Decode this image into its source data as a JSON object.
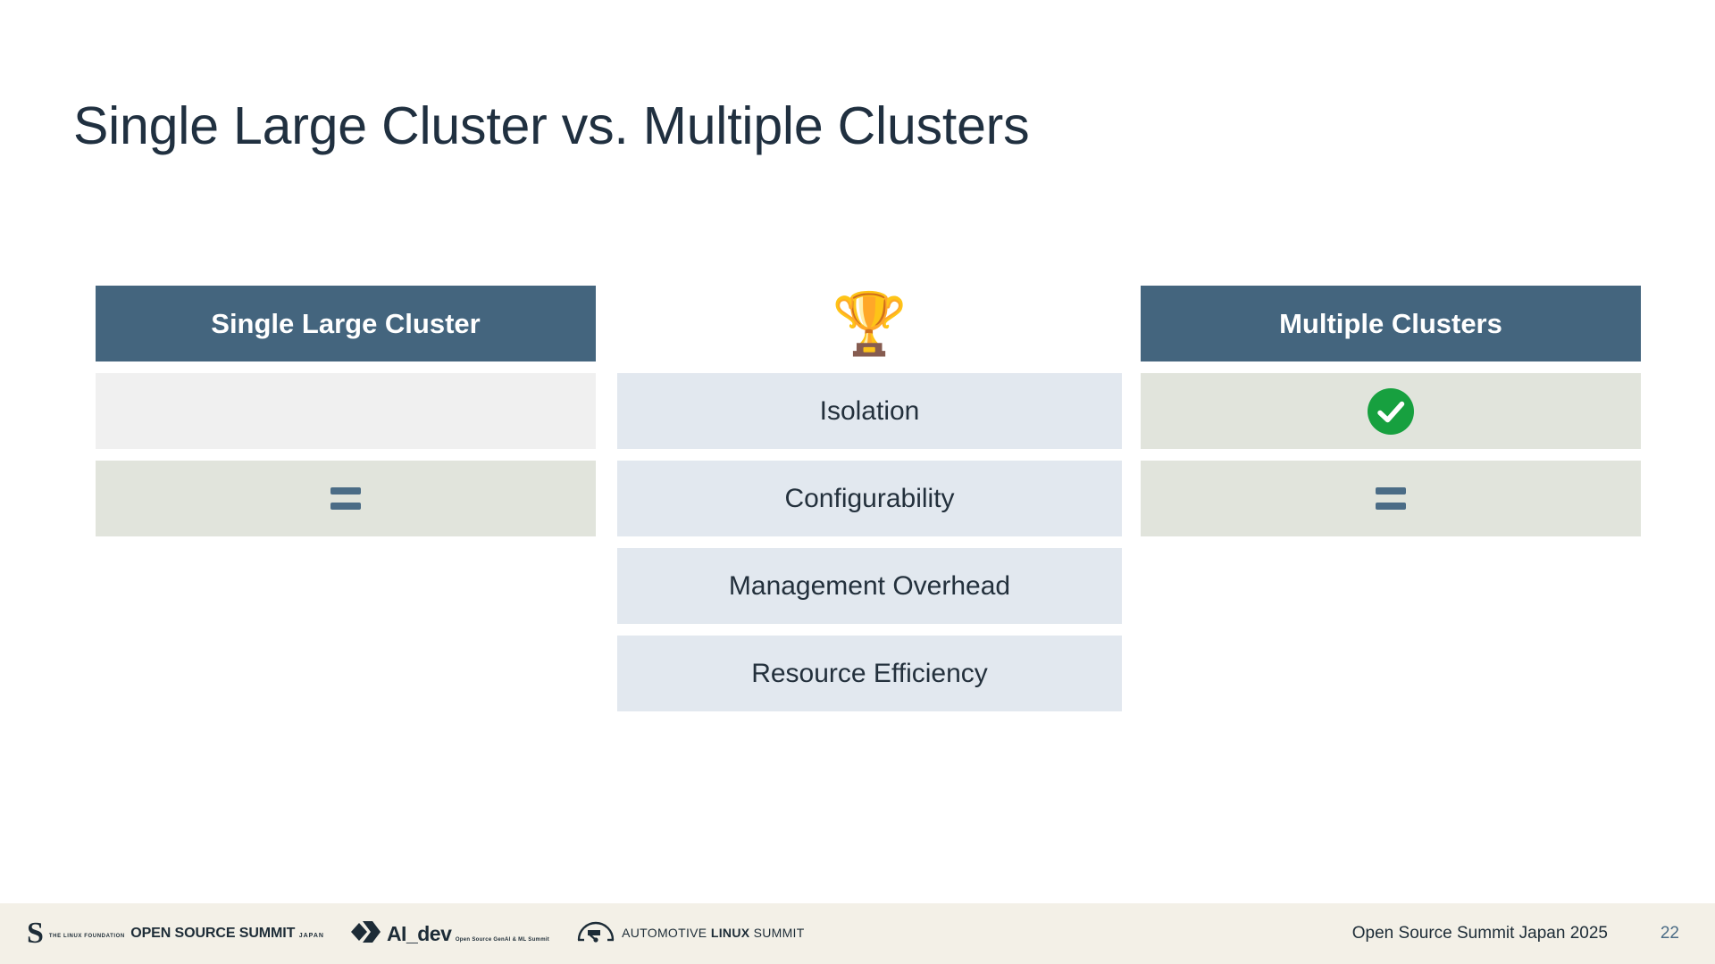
{
  "slide": {
    "title": "Single Large Cluster vs. Multiple Clusters",
    "page_number": "22"
  },
  "colors": {
    "header_bg": "#44657e",
    "center_row_bg": "#e2e8ef",
    "side_row_olive": "#e1e4dc",
    "side_row_light": "#f0f0f0",
    "title_text": "#203040",
    "check_green": "#17a03f",
    "footer_bg": "#f3f0e7",
    "page_number": "#4b6c86"
  },
  "comparison": {
    "left_header": "Single Large Cluster",
    "right_header": "Multiple Clusters",
    "center_award_icon": "trophy-icon",
    "criteria": [
      "Isolation",
      "Configurability",
      "Management Overhead",
      "Resource Efficiency"
    ],
    "left_marks": [
      "",
      "equals-mark",
      "",
      ""
    ],
    "right_marks": [
      "check-mark",
      "equals-mark",
      "",
      ""
    ]
  },
  "footer": {
    "logos": [
      {
        "name": "open-source-summit-japan",
        "tagline": "THE LINUX FOUNDATION",
        "main": "OPEN SOURCE SUMMIT",
        "sub": "JAPAN",
        "mark": "S"
      },
      {
        "name": "ai-dev",
        "main": "AI_dev",
        "sub": "Open Source GenAI & ML Summit"
      },
      {
        "name": "automotive-linux-summit",
        "line1": "AUTOMOTIVE",
        "line2_bold": "LINUX",
        "line2_rest": " SUMMIT"
      }
    ],
    "event": "Open Source Summit Japan 2025"
  }
}
